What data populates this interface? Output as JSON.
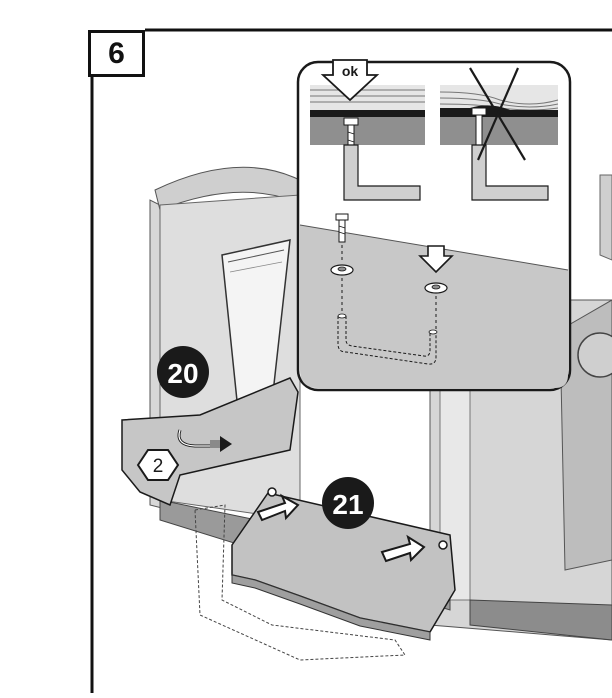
{
  "step": {
    "number": "6"
  },
  "callouts": {
    "remove_plinth": "20",
    "attach_plinth": "21",
    "screws": "2"
  },
  "detail": {
    "ok_label": "ok"
  },
  "colors": {
    "panel_gray": "#c9c9c9",
    "panel_light": "#e4e4e4",
    "panel_dark": "#8f8f8f",
    "outline": "#1a1a1a",
    "callout_fill": "#1a1a1a",
    "arrow_fill": "#6a6a6a"
  },
  "icons": [
    "down-arrow-icon",
    "cross-out-icon",
    "right-arrow-icon",
    "push-arrow-icon"
  ]
}
